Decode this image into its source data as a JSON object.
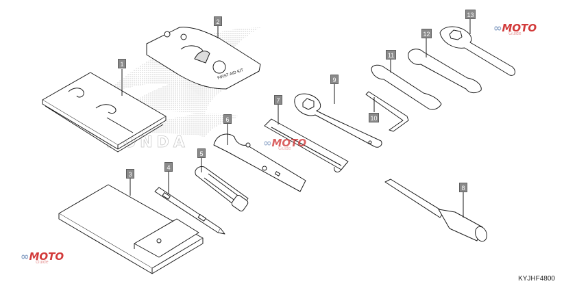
{
  "figure": {
    "reference_code": "KYJHF4800",
    "watermark_text": "MOTO",
    "watermark_subtext": "Guide",
    "colors": {
      "line": "#1a1a1a",
      "callout_fill": "#8a8a8a",
      "watermark_red": "#d23a3a",
      "watermark_blue": "#8fa6c8",
      "logo_gray": "#cfcfcf"
    }
  },
  "parts": [
    {
      "number": "1",
      "kind": "owners-manual"
    },
    {
      "number": "2",
      "kind": "first-aid-kit",
      "label": "FIRST AID KIT"
    },
    {
      "number": "3",
      "kind": "tool-bag"
    },
    {
      "number": "4",
      "kind": "screwdriver"
    },
    {
      "number": "5",
      "kind": "screwdriver-handle"
    },
    {
      "number": "6",
      "kind": "pin-spanner"
    },
    {
      "number": "7",
      "kind": "spark-plug-wrench-extension"
    },
    {
      "number": "8",
      "kind": "spark-plug-wrench"
    },
    {
      "number": "9",
      "kind": "ring-spanner"
    },
    {
      "number": "10",
      "kind": "hex-key"
    },
    {
      "number": "11",
      "kind": "open-end-wrench-small"
    },
    {
      "number": "12",
      "kind": "open-end-wrench-medium"
    },
    {
      "number": "13",
      "kind": "ring-spanner-large"
    }
  ]
}
